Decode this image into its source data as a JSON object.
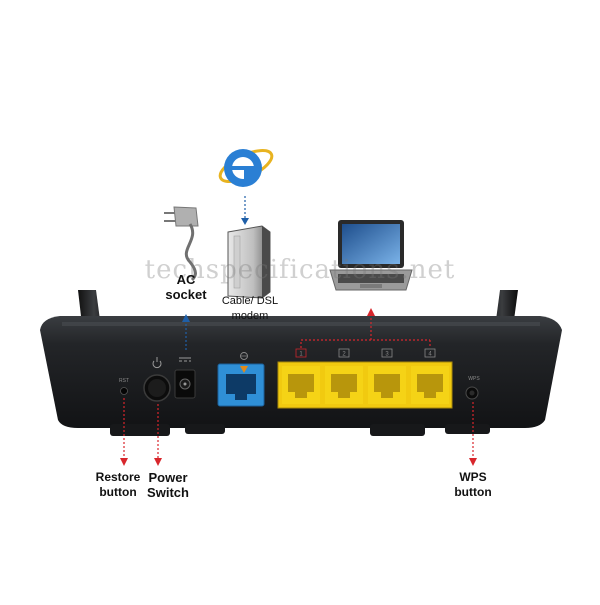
{
  "labels": {
    "ac_socket": [
      "AC",
      "socket"
    ],
    "modem": [
      "Cable/ DSL",
      "modem"
    ],
    "restore": [
      "Restore",
      "button"
    ],
    "power": [
      "Power",
      "Switch"
    ],
    "wps": [
      "WPS",
      "button"
    ]
  },
  "panel_text": {
    "rst": "RST",
    "wps": "WPS",
    "dc": "DC",
    "lan_ports": [
      "1",
      "2",
      "3",
      "4"
    ]
  },
  "watermark": "techspecifications.net",
  "colors": {
    "router_body": "#1d1f22",
    "wan_port": "#2f8fd6",
    "lan_port": "#f5d316",
    "pointer_red": "#d8262c",
    "pointer_blue": "#1f5fa8",
    "ie_logo": "#2a7fd4"
  },
  "icons": {
    "browser": "internet-explorer-icon",
    "plug": "ac-plug-icon",
    "modem": "modem-icon",
    "laptop": "laptop-icon"
  }
}
